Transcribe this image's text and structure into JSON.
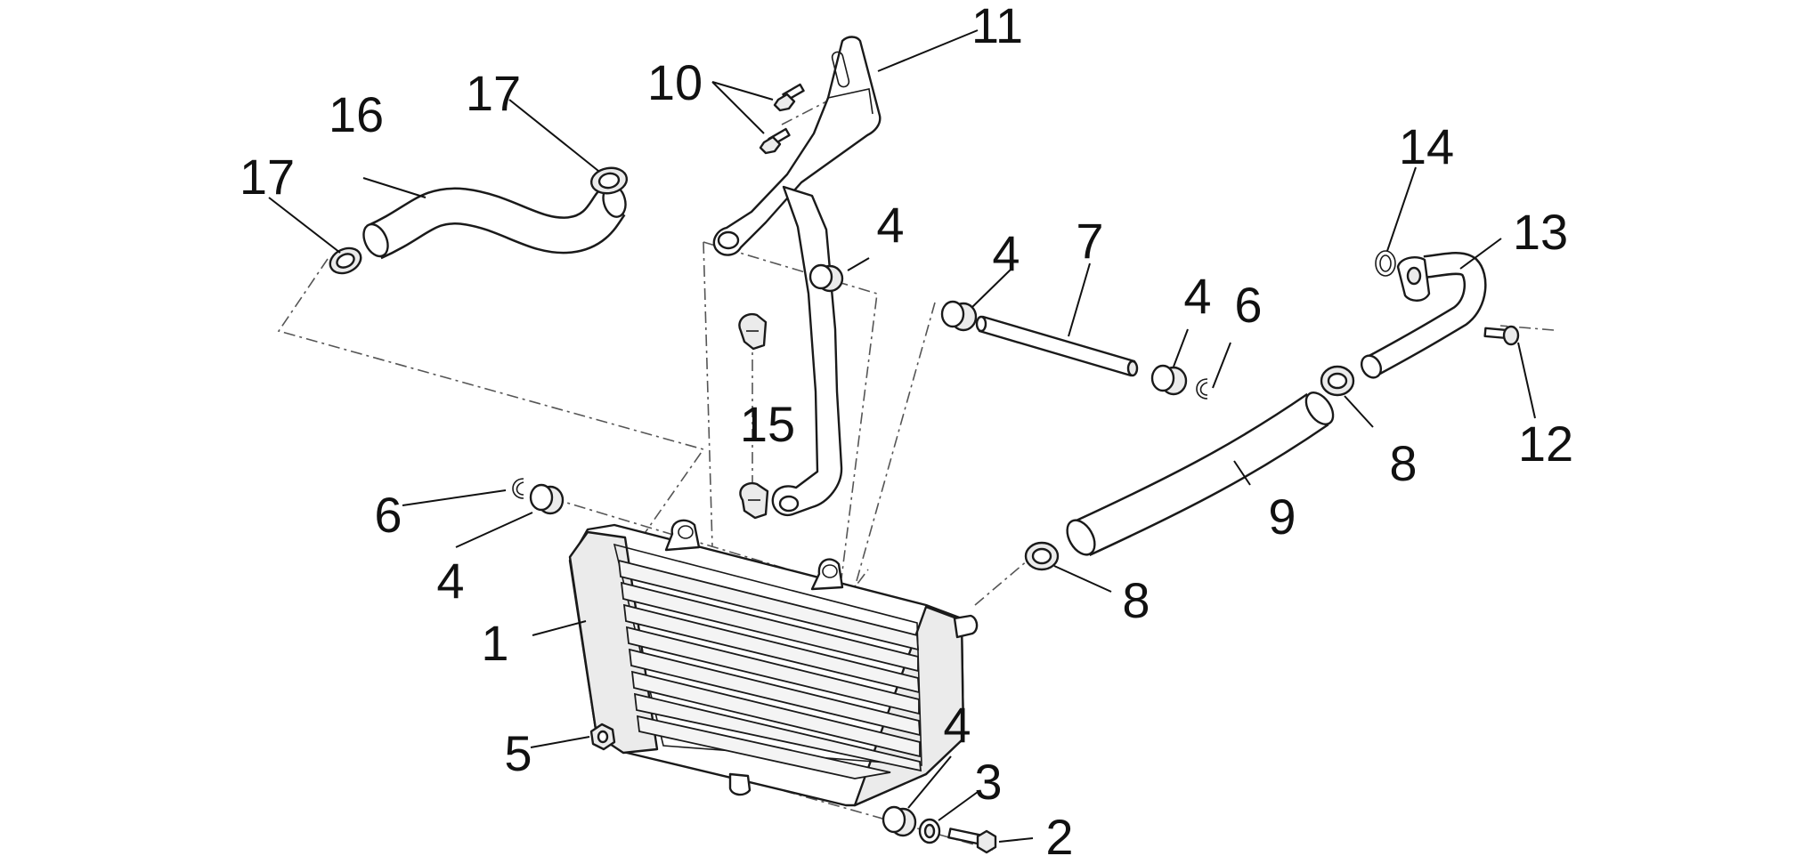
{
  "diagram": {
    "background": "#ffffff",
    "line_color": "#1a1a1a",
    "callouts": {
      "c1": "1",
      "c2": "2",
      "c3": "3",
      "c4a": "4",
      "c4b": "4",
      "c4c": "4",
      "c4d": "4",
      "c4e": "4",
      "c5": "5",
      "c6a": "6",
      "c6b": "6",
      "c7": "7",
      "c8a": "8",
      "c8b": "8",
      "c9": "9",
      "c10": "10",
      "c11": "11",
      "c12": "12",
      "c13": "13",
      "c14": "14",
      "c15": "15",
      "c16": "16",
      "c17a": "17",
      "c17b": "17"
    }
  }
}
